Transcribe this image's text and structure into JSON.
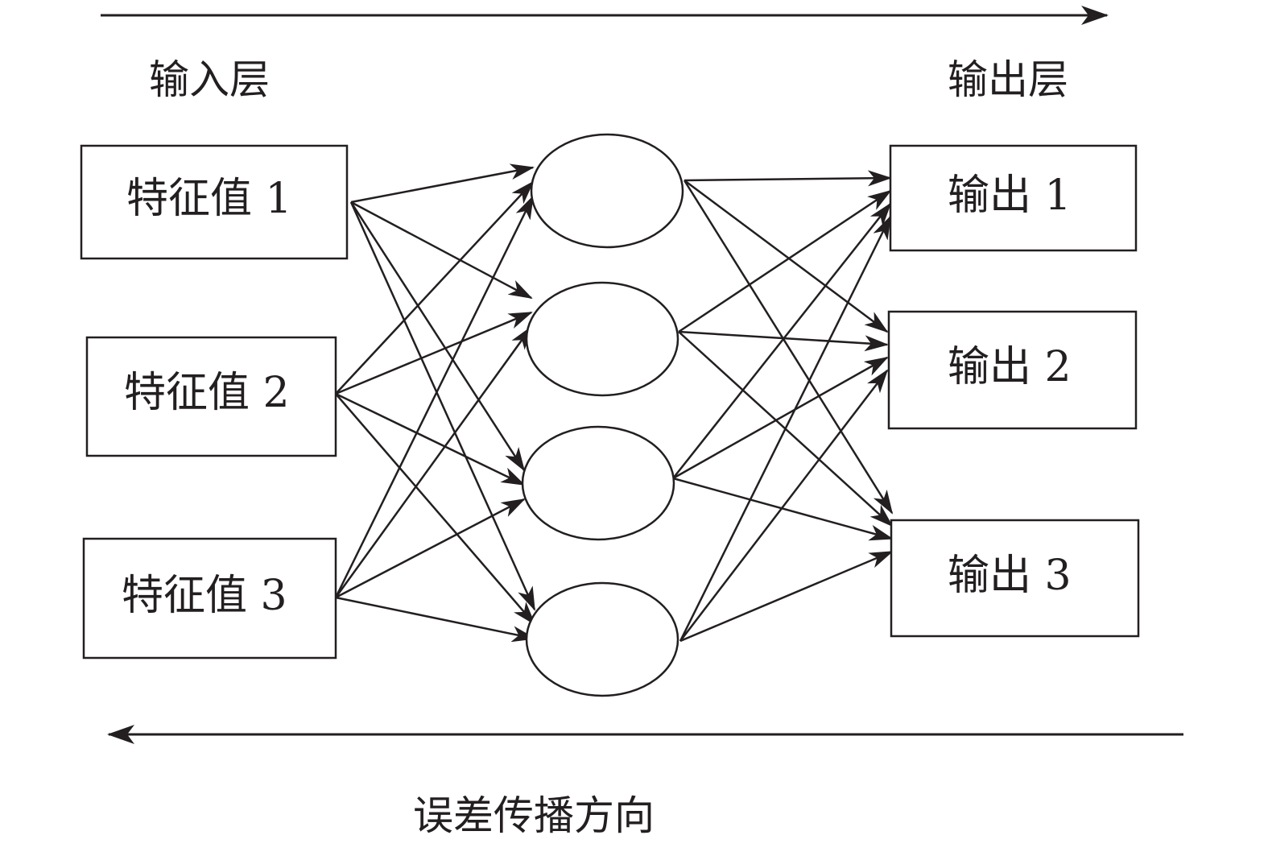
{
  "colors": {
    "line": "#231f20",
    "background": "#ffffff"
  },
  "labels": {
    "input_layer": "输入层",
    "output_layer": "输出层",
    "error_direction": "误差传播方向"
  },
  "input_nodes": [
    {
      "label": "特征值 1"
    },
    {
      "label": "特征值 2"
    },
    {
      "label": "特征值 3"
    }
  ],
  "hidden_nodes": [
    {
      "label": ""
    },
    {
      "label": ""
    },
    {
      "label": ""
    },
    {
      "label": ""
    }
  ],
  "output_nodes": [
    {
      "label": "输出 1"
    },
    {
      "label": "输出 2"
    },
    {
      "label": "输出 3"
    }
  ]
}
